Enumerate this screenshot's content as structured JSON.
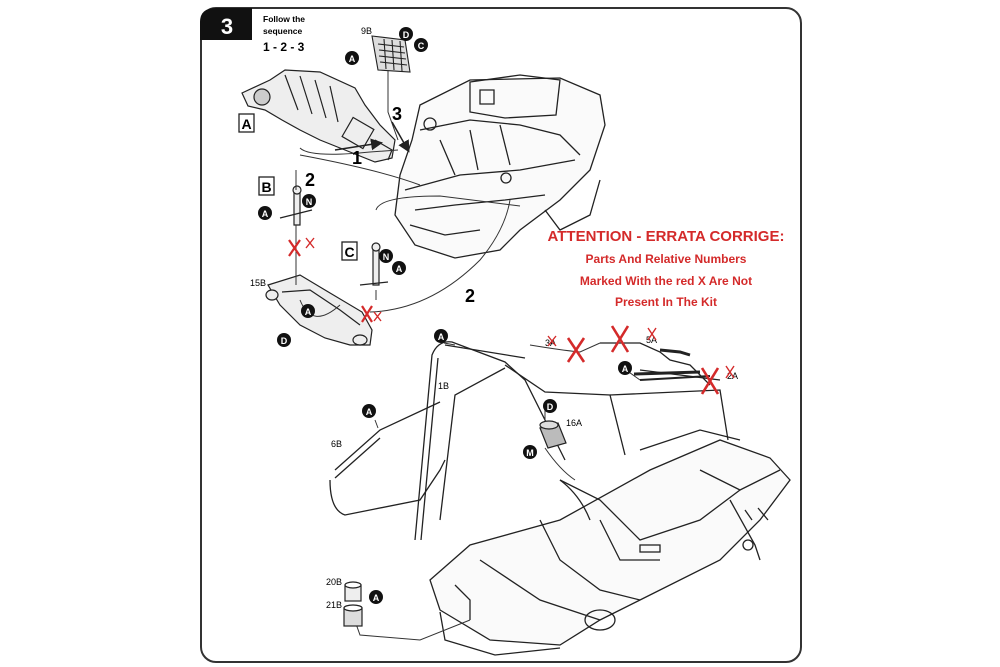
{
  "step": {
    "number": "3",
    "instruction_line1": "Follow the",
    "instruction_line2": "sequence",
    "sequence": "1 - 2 - 3"
  },
  "errata": {
    "title": "ATTENTION - ERRATA CORRIGE:",
    "line1": "Parts And Relative Numbers",
    "line2": "Marked With the red X Are Not",
    "line3": "Present In The Kit",
    "color": "#d42a2a"
  },
  "callouts": {
    "box_a": "A",
    "box_b": "B",
    "box_c": "C",
    "arrow_1": "1",
    "arrow_2a": "2",
    "arrow_2b": "2",
    "arrow_3": "3"
  },
  "part_numbers": {
    "p9b": "9B",
    "p15b": "15B",
    "p1b": "1B",
    "p6b": "6B",
    "p16a": "16A",
    "p20b": "20B",
    "p21b": "21B",
    "p3a": "3A",
    "p5a": "5A",
    "p2a": "2A"
  },
  "glues": {
    "a": "A",
    "c": "C",
    "d": "D",
    "n": "N",
    "m": "M"
  }
}
